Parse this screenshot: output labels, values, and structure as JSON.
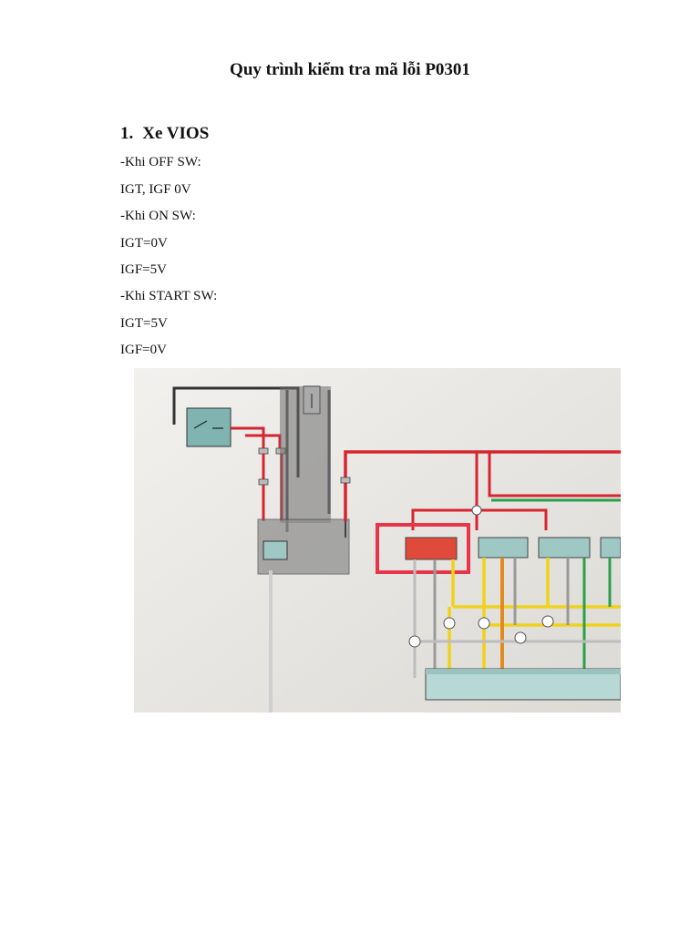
{
  "document": {
    "title": "Quy trình kiểm tra mã lỗi P0301",
    "section": {
      "number": "1.",
      "heading": "Xe VIOS"
    },
    "lines": [
      "-Khi OFF SW:",
      "IGT, IGF 0V",
      "-Khi ON SW:",
      "IGT=0V",
      "IGF=5V",
      "-Khi START SW:",
      "IGT=5V",
      "IGF=0V"
    ]
  },
  "figure": {
    "type": "photo-of-wiring-diagram",
    "highlight_color": "#e8354a",
    "wire_colors": [
      "#d8242f",
      "#f0d21a",
      "#e38a1e",
      "#2aa04a",
      "#9a9a9a",
      "#222222"
    ]
  }
}
